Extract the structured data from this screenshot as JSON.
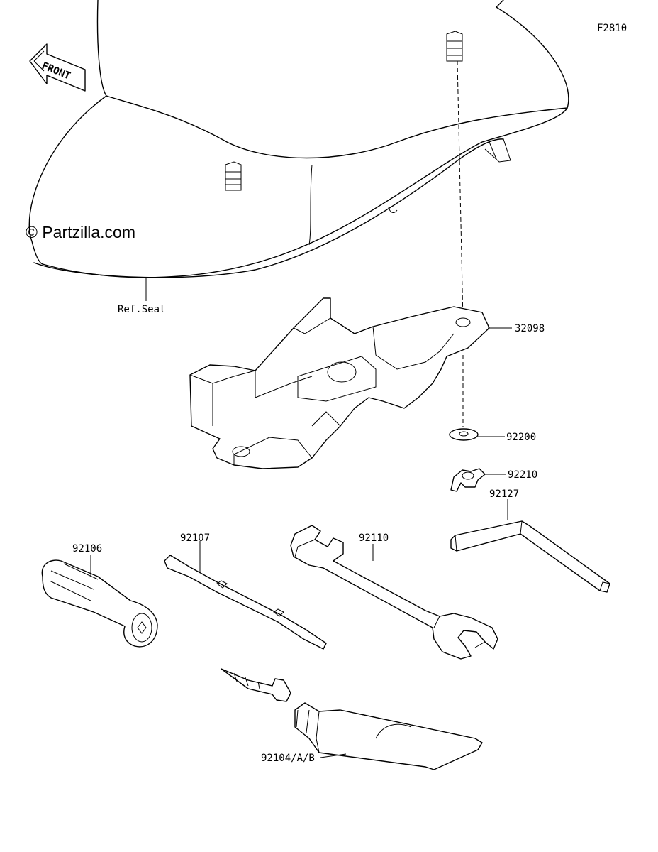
{
  "figure_code": "F2810",
  "front_arrow": {
    "label": "FRONT",
    "icon": "front-arrow-icon"
  },
  "watermark": "© Partzilla.com",
  "reference_label": "Ref.Seat",
  "parts": [
    {
      "number": "32098"
    },
    {
      "number": "92200"
    },
    {
      "number": "92210"
    },
    {
      "number": "92127"
    },
    {
      "number": "92106"
    },
    {
      "number": "92107"
    },
    {
      "number": "92110"
    },
    {
      "number": "92104/A/B"
    }
  ]
}
